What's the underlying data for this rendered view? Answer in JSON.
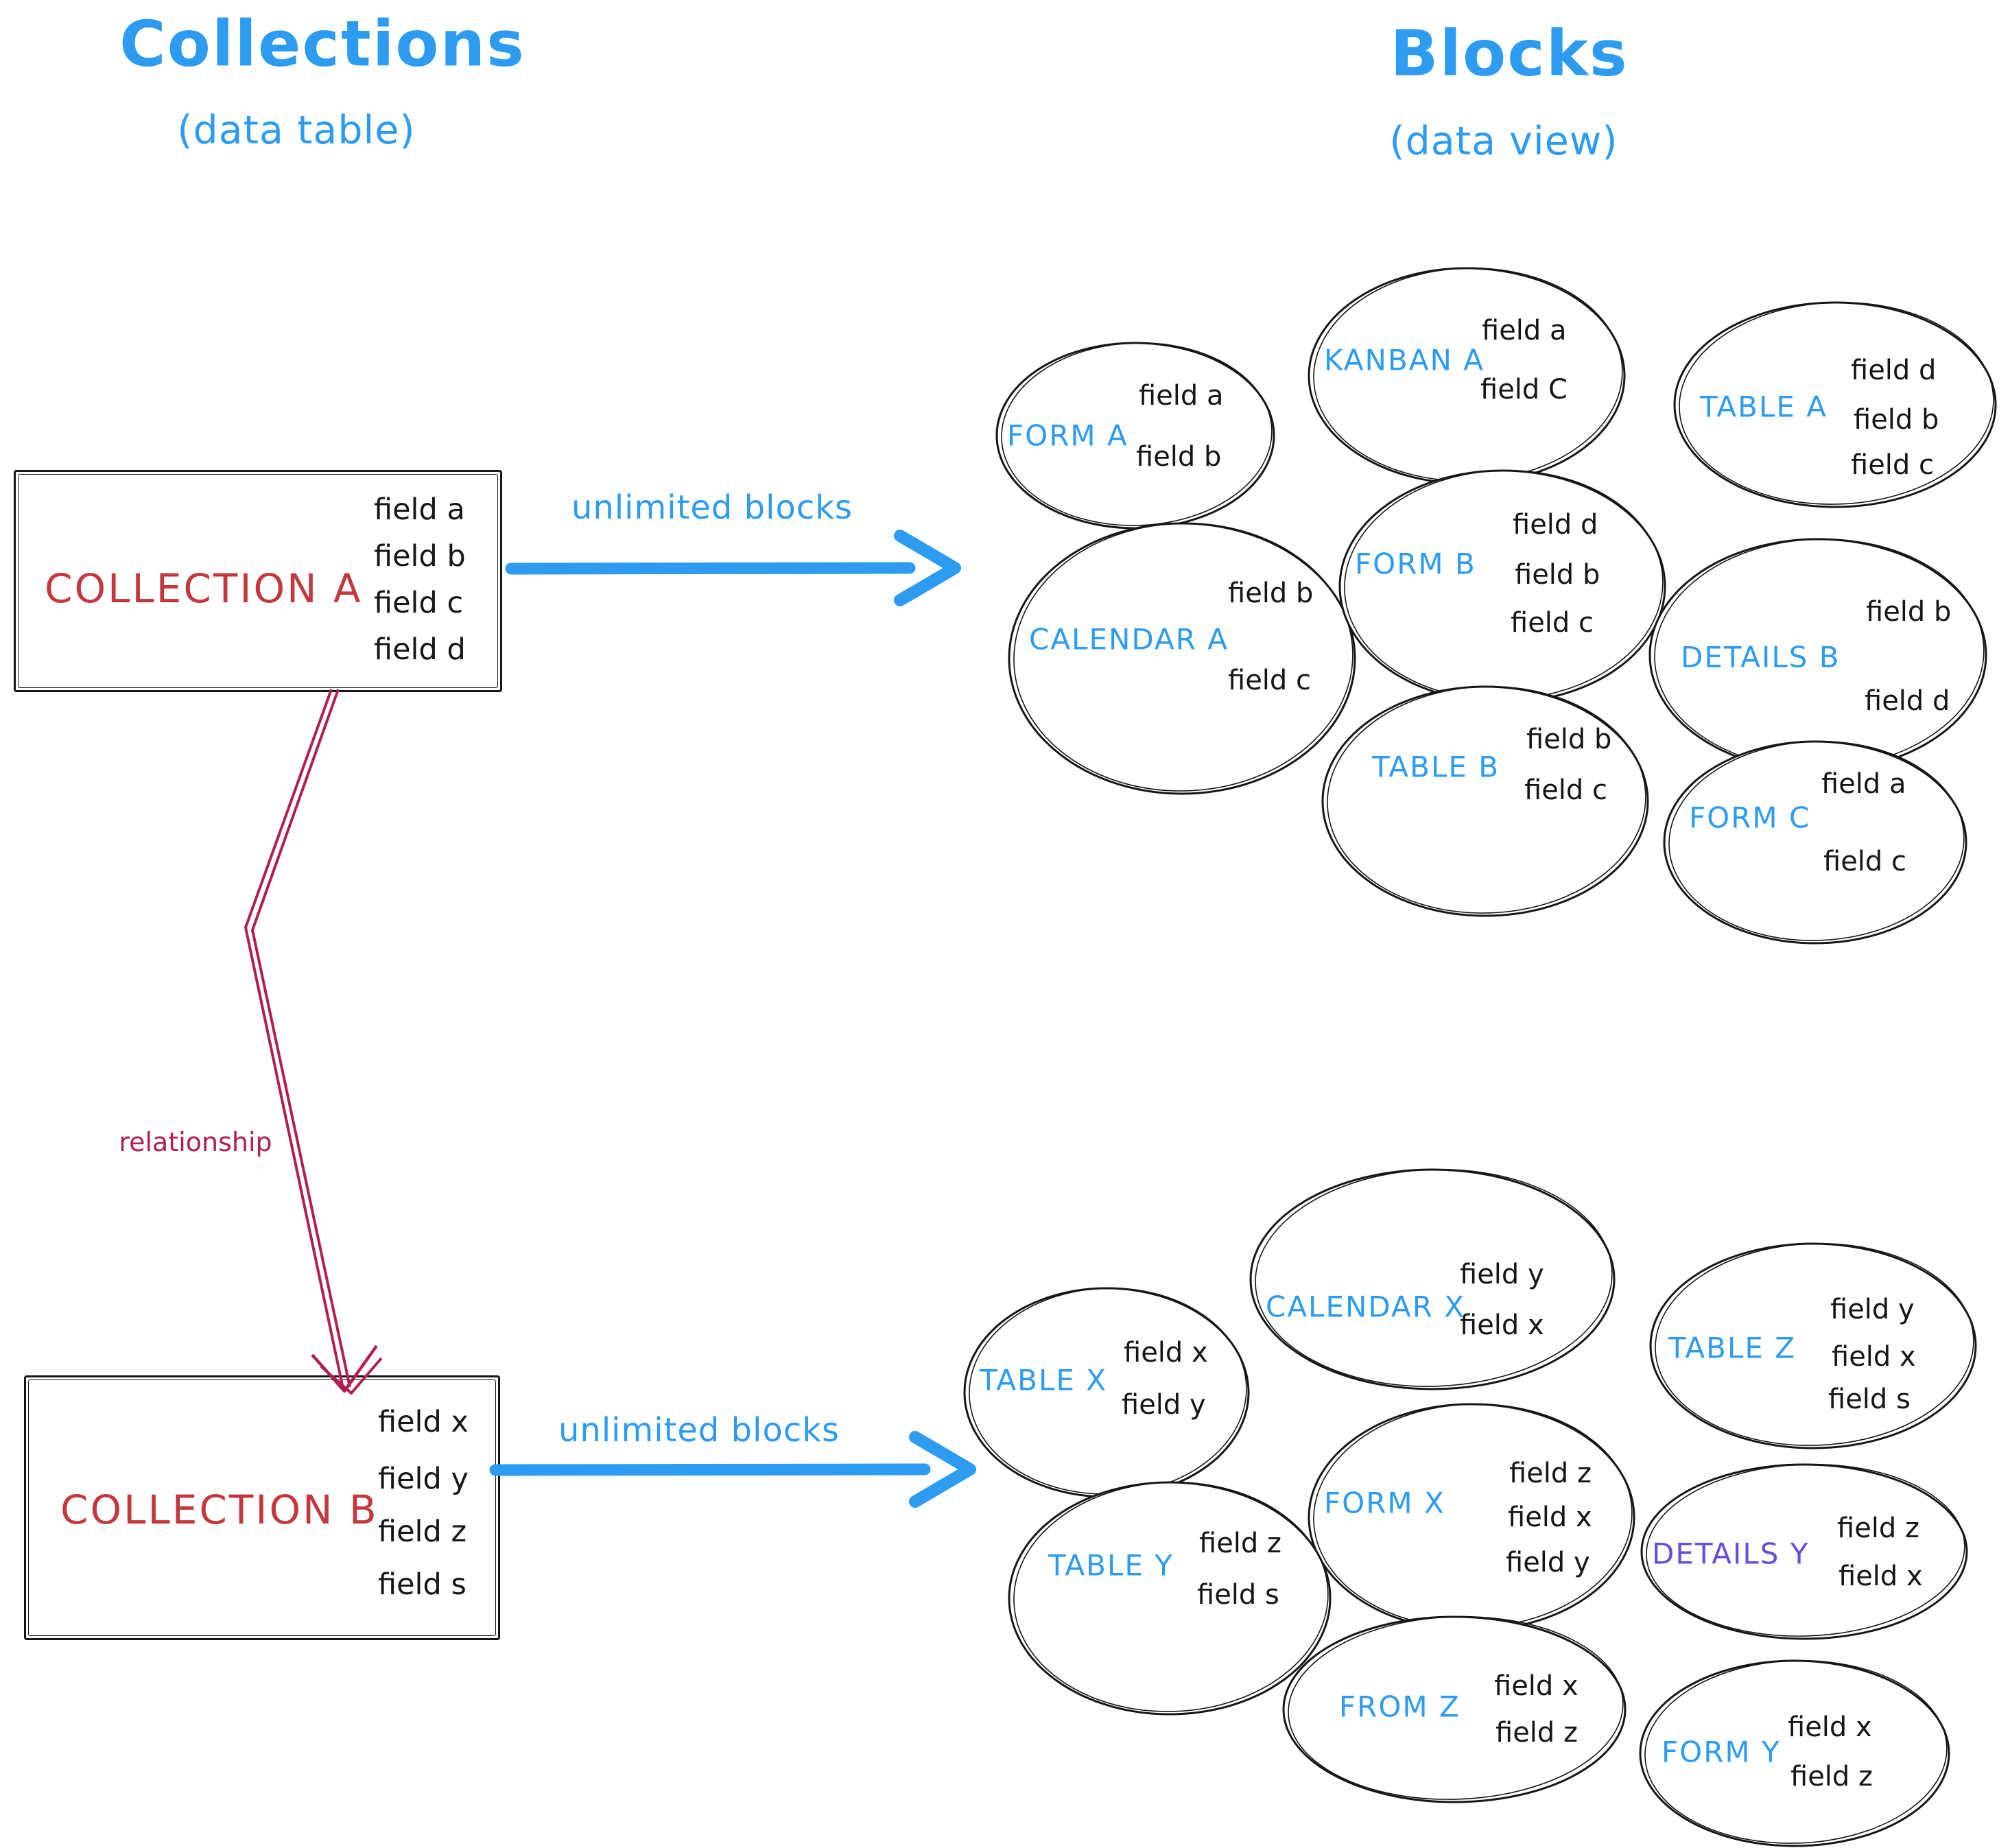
{
  "left_panel": {
    "title": "Collections",
    "subtitle": "(data table)"
  },
  "right_panel": {
    "title": "Blocks",
    "subtitle": "(data view)"
  },
  "collections": [
    {
      "name": "COLLECTION A",
      "fields": [
        "field a",
        "field b",
        "field c",
        "field d"
      ]
    },
    {
      "name": "COLLECTION B",
      "fields": [
        "field x",
        "field y",
        "field z",
        "field s"
      ]
    }
  ],
  "arrows": {
    "top_label": "unlimited blocks",
    "bottom_label": "unlimited blocks",
    "relationship_label": "relationship"
  },
  "blocks_a": [
    {
      "id": "form-a",
      "label": "FORM A",
      "fields": [
        "field a",
        "field b"
      ]
    },
    {
      "id": "kanban-a",
      "label": "KANBAN A",
      "fields": [
        "field a",
        "field C"
      ]
    },
    {
      "id": "table-a",
      "label": "TABLE A",
      "fields": [
        "field d",
        "field b",
        "field c"
      ]
    },
    {
      "id": "calendar-a",
      "label": "CALENDAR A",
      "fields": [
        "field b",
        "field c"
      ]
    },
    {
      "id": "form-b",
      "label": "FORM B",
      "fields": [
        "field d",
        "field b",
        "field c"
      ]
    },
    {
      "id": "details-b",
      "label": "DETAILS B",
      "fields": [
        "field b",
        "field d"
      ]
    },
    {
      "id": "table-b",
      "label": "TABLE B",
      "fields": [
        "field b",
        "field c"
      ]
    },
    {
      "id": "form-c",
      "label": "FORM C",
      "fields": [
        "field a",
        "field c"
      ]
    }
  ],
  "blocks_b": [
    {
      "id": "calendar-x",
      "label": "CALENDAR X",
      "fields": [
        "field y",
        "field x"
      ]
    },
    {
      "id": "table-x",
      "label": "TABLE X",
      "fields": [
        "field x",
        "field y"
      ]
    },
    {
      "id": "table-z",
      "label": "TABLE Z",
      "fields": [
        "field y",
        "field x",
        "field s"
      ]
    },
    {
      "id": "form-x",
      "label": "FORM X",
      "fields": [
        "field z",
        "field x",
        "field y"
      ]
    },
    {
      "id": "table-y",
      "label": "TABLE Y",
      "fields": [
        "field z",
        "field s"
      ]
    },
    {
      "id": "details-y",
      "label": "DETAILS Y",
      "fields": [
        "field z",
        "field x"
      ],
      "label_color": "purple"
    },
    {
      "id": "from-z",
      "label": "FROM Z",
      "fields": [
        "field x",
        "field z"
      ]
    },
    {
      "id": "form-y",
      "label": "FORM Y",
      "fields": [
        "field x",
        "field z"
      ]
    }
  ],
  "colors": {
    "blue": "#2d9bf0",
    "red": "#c2383d",
    "crimson": "#b01e54",
    "purple": "#6b4ada",
    "ink": "#161616"
  }
}
